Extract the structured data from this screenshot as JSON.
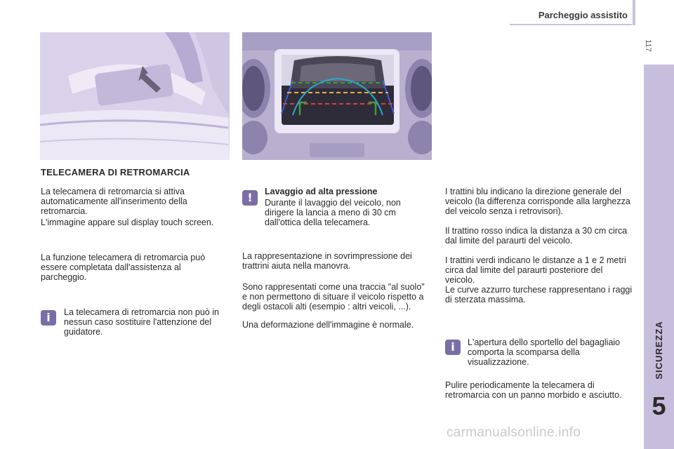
{
  "header": {
    "title": "Parcheggio assistito",
    "page_number": "117"
  },
  "side_tab": {
    "label": "SICUREZZA",
    "chapter": "5"
  },
  "photos": [
    {
      "name": "Rear tailgate camera location"
    },
    {
      "name": "Display with reversing camera view"
    }
  ],
  "section": {
    "title": "TELECAMERA DI RETROMARCIA"
  },
  "col1": {
    "p1": "La telecamera di retromarcia si attiva automaticamente all'inserimento della retromarcia.",
    "p2": "L'immagine appare sul display touch screen.",
    "p3": "La funzione telecamera di retromarcia può essere completata dall'assistenza al parcheggio.",
    "info": "La telecamera di retromarcia non può in nessun caso sostituire l'attenzione del guidatore."
  },
  "col2": {
    "warning_title": "Lavaggio ad alta pressione",
    "warning_text": "Durante il lavaggio del veicolo, non dirigere la lancia a meno di 30 cm dall'ottica della telecamera.",
    "p1": "La rappresentazione in sovrimpressione dei trattrini aiuta nella manovra.",
    "p2": "Sono rappresentati come una traccia \"al suolo\" e non permettono di situare il veicolo rispetto a degli ostacoli alti (esempio : altri veicoli, ...).",
    "p3": "Una deformazione dell'immagine è normale."
  },
  "col3": {
    "p1": "I trattini blu indicano la direzione generale del veicolo (la differenza corrisponde alla larghezza del veicolo senza i retrovisori).",
    "p2": "Il trattino rosso indica la distanza a 30 cm circa dal limite del paraurti del veicolo.",
    "p3": "I trattini verdi indicano le distanze a 1 e 2 metri circa dal limite del paraurti posteriore del veicolo.",
    "p4": "Le curve azzurro turchese rappresentano i raggi di sterzata massima.",
    "info": "L'apertura dello sportello del bagagliaio comporta la scomparsa della visualizzazione.",
    "p5": "Pulire periodicamente la telecamera di retromarcia con un panno morbido e asciutto."
  },
  "icons": {
    "info": "i",
    "warning": "!"
  },
  "colors": {
    "accent": "#7b6ea6",
    "tab": "#c6bedc",
    "guide_blue": "#3b5bd6",
    "guide_red": "#e04030",
    "guide_green": "#3aa040",
    "guide_yellow": "#e8b040",
    "guide_turquoise": "#2aa8c8"
  },
  "footer": {
    "watermark": "carmanualsonline.info"
  }
}
